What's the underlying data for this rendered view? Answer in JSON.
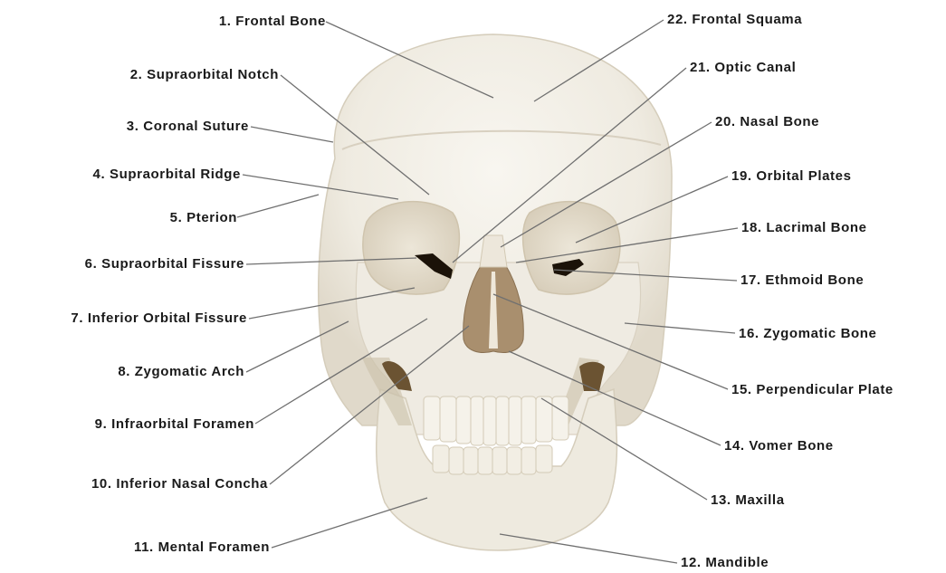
{
  "diagram": {
    "labels_left": [
      {
        "id": 1,
        "text": "1. Frontal Bone"
      },
      {
        "id": 2,
        "text": "2. Supraorbital Notch"
      },
      {
        "id": 3,
        "text": "3. Coronal Suture"
      },
      {
        "id": 4,
        "text": "4. Supraorbital Ridge"
      },
      {
        "id": 5,
        "text": "5. Pterion"
      },
      {
        "id": 6,
        "text": "6. Supraorbital Fissure"
      },
      {
        "id": 7,
        "text": "7. Inferior Orbital Fissure"
      },
      {
        "id": 8,
        "text": "8. Zygomatic Arch"
      },
      {
        "id": 9,
        "text": "9. Infraorbital Foramen"
      },
      {
        "id": 10,
        "text": "10. Inferior Nasal Concha"
      },
      {
        "id": 11,
        "text": "11. Mental Foramen"
      }
    ],
    "labels_right": [
      {
        "id": 22,
        "text": "22. Frontal Squama"
      },
      {
        "id": 21,
        "text": "21. Optic Canal"
      },
      {
        "id": 20,
        "text": "20. Nasal Bone"
      },
      {
        "id": 19,
        "text": "19. Orbital Plates"
      },
      {
        "id": 18,
        "text": "18. Lacrimal Bone"
      },
      {
        "id": 17,
        "text": "17. Ethmoid Bone"
      },
      {
        "id": 16,
        "text": "16. Zygomatic Bone"
      },
      {
        "id": 15,
        "text": "15. Perpendicular Plate"
      },
      {
        "id": 14,
        "text": "14. Vomer Bone"
      },
      {
        "id": 13,
        "text": "13. Maxilla"
      },
      {
        "id": 12,
        "text": "12. Mandible"
      }
    ],
    "colors": {
      "bone": "#f1ede4",
      "bone_shadow": "#ddd6c8",
      "cavity": "#1b1208",
      "nasal": "#a98f6e",
      "leader": "#707070",
      "text": "#1a1a1a"
    }
  }
}
